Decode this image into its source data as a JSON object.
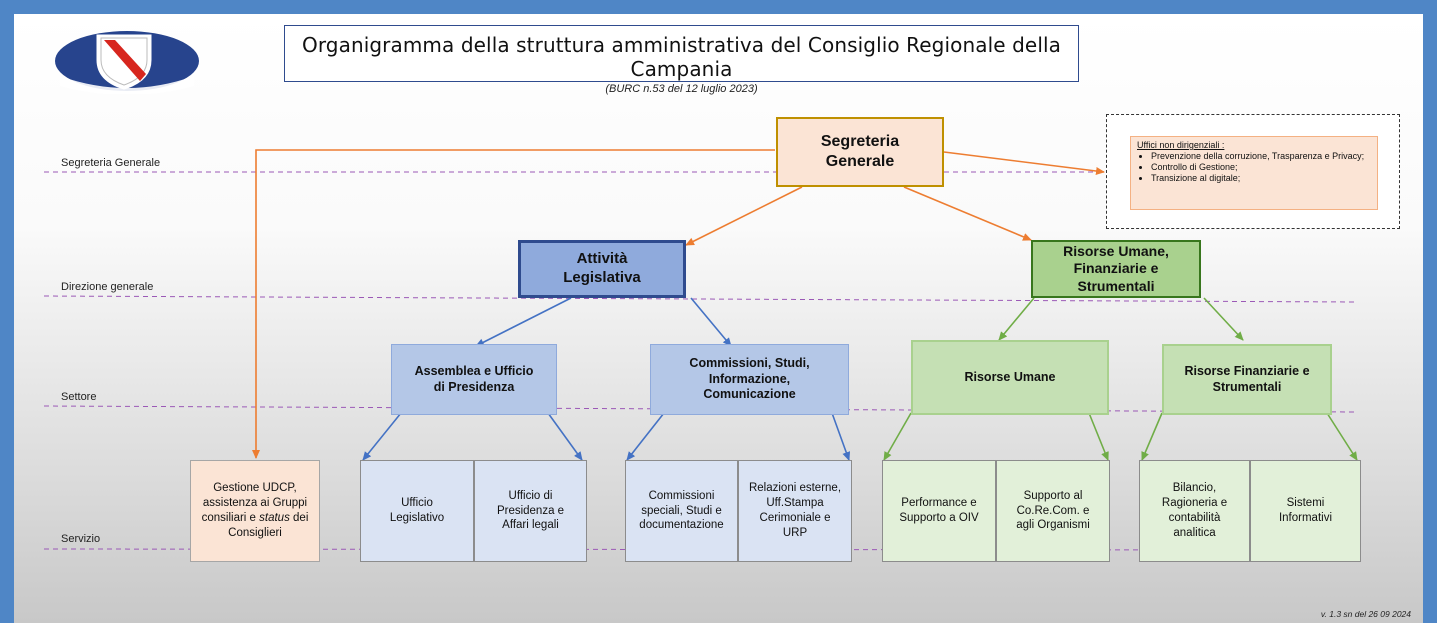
{
  "header": {
    "title": "Organigramma della struttura amministrativa del Consiglio Regionale della Campania",
    "subtitle": "(BURC n.53 del 12 luglio 2023)"
  },
  "levels": {
    "segreteria": "Segreteria Generale",
    "direzione": "Direzione generale",
    "settore": "Settore",
    "servizio": "Servizio"
  },
  "nodes": {
    "segreteria_generale": "Segreteria Generale",
    "attivita_legislativa": "Attività Legislativa",
    "risorse_umane_fin": "Risorse Umane, Finanziarie e Strumentali",
    "assemblea": "Assemblea e Ufficio di Presidenza",
    "commissioni": "Commissioni, Studi, Informazione, Comunicazione",
    "risorse_umane": "Risorse Umane",
    "risorse_finanziarie": "Risorse Finanziarie e Strumentali"
  },
  "services": {
    "udcp": "Gestione UDCP, assistenza ai Gruppi consiliari e status dei Consiglieri",
    "ufficio_legislativo": "Ufficio Legislativo",
    "ufficio_presidenza": "Ufficio di Presidenza e Affari legali",
    "commissioni_speciali": "Commissioni speciali, Studi e documentazione",
    "relazioni_esterne": "Relazioni esterne, Uff.Stampa Cerimoniale e URP",
    "performance": "Performance e Supporto a OIV",
    "supporto_corecom": "Supporto al Co.Re.Com. e agli Organismi",
    "bilancio": "Bilancio, Ragioneria e contabilità analitica",
    "sistemi_informativi": "Sistemi Informativi"
  },
  "notes": {
    "title": "Uffici non dirigenziali :",
    "items": [
      "Prevenzione della corruzione, Trasparenza e Privacy;",
      "Controllo di Gestione;",
      "Transizione al digitale;"
    ]
  },
  "version": "v. 1.3 sn del 26 09 2024",
  "colors": {
    "frame": "#4f86c6",
    "segreteria_fill": "#fbe4d5",
    "segreteria_border": "#bf9000",
    "legislativa_fill": "#8faadc",
    "legislativa_border": "#2f4b8e",
    "legislativa_arrow": "#4472c4",
    "risorse_fill": "#a9d18e",
    "risorse_border": "#38761d",
    "risorse_arrow": "#70ad47",
    "orange_arrow": "#ed7d31",
    "level_line": "#9b59b6"
  }
}
